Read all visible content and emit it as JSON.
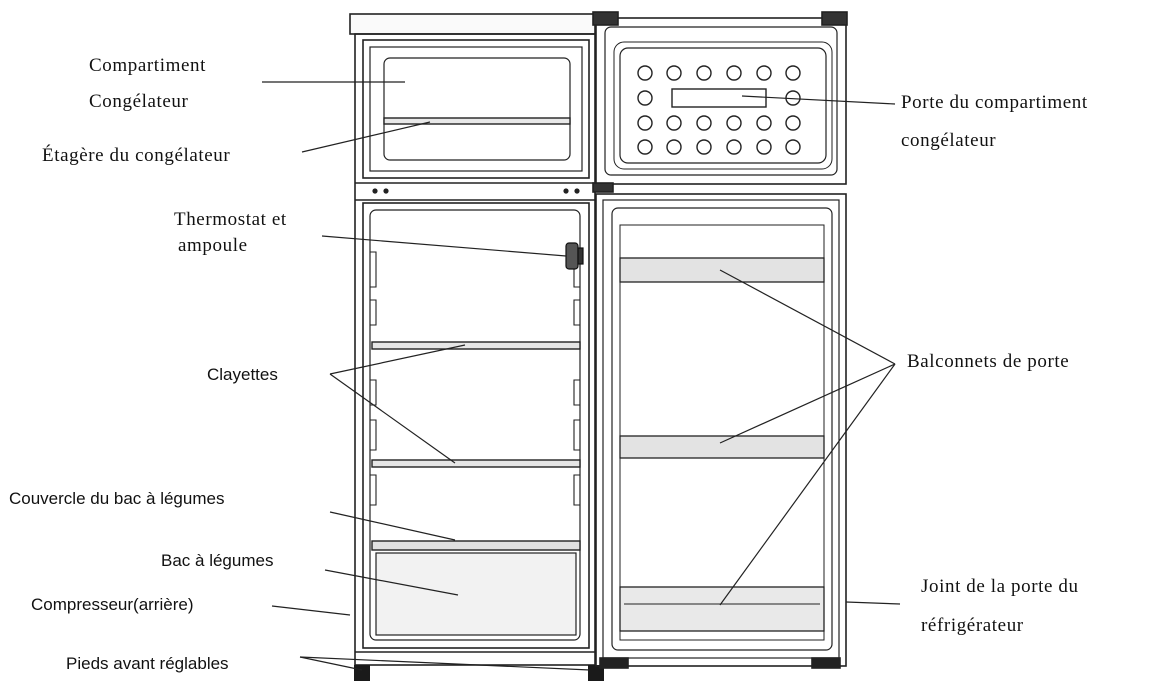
{
  "labels": {
    "compartiment_line1": "Compartiment",
    "compartiment_line2": "Congélateur",
    "etagere": "Étagère du congélateur",
    "thermostat_line1": "Thermostat et",
    "thermostat_line2": "ampoule",
    "clayettes": "Clayettes",
    "couvercle": "Couvercle du bac à légumes",
    "bac": "Bac à légumes",
    "compresseur": "Compresseur(arrière)",
    "pieds": "Pieds avant réglables",
    "porte_line1": "Porte du compartiment",
    "porte_line2": "congélateur",
    "balconnets": "Balconnets de porte",
    "joint_line1": "Joint de la porte du",
    "joint_line2": "réfrigérateur"
  },
  "colors": {
    "ink": "#111111",
    "line": "#222222",
    "shelf": "#cccccc",
    "feet": "#1a1a1a"
  },
  "icons": {
    "thermostat": "thermostat-knob-icon",
    "door_buttons": "egg-holder-circle-icon"
  }
}
